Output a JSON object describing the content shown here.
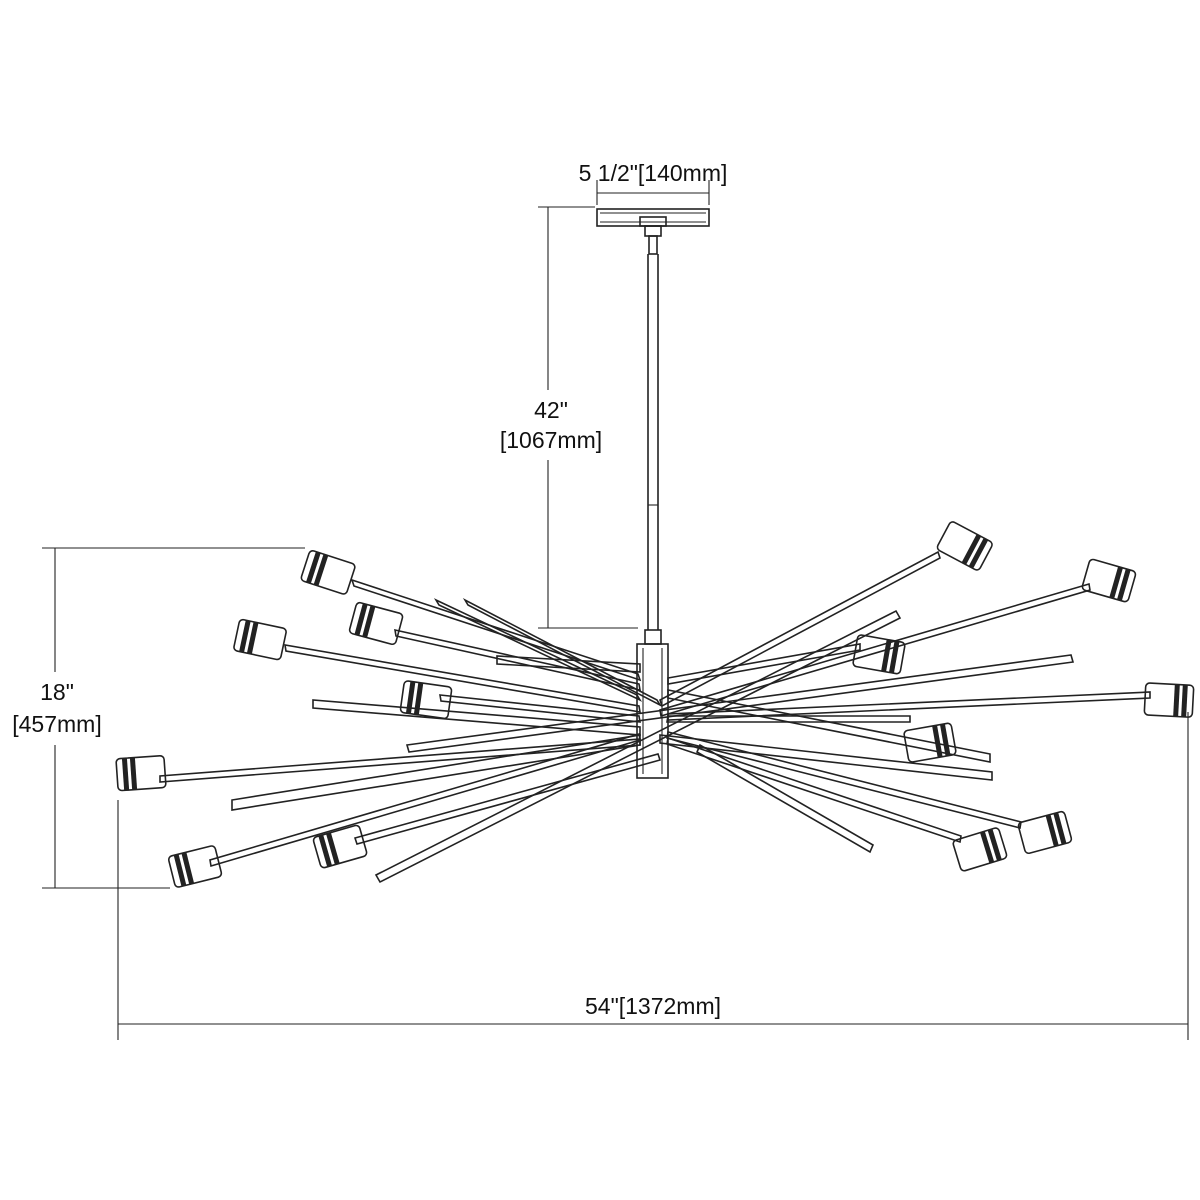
{
  "dimensions": {
    "canopy_width": "5 1/2\"[140mm]",
    "rod_length_in": "42\"",
    "rod_length_mm": "[1067mm]",
    "height_in": "18\"",
    "height_mm": "[457mm]",
    "width": "54\"[1372mm]"
  },
  "colors": {
    "line": "#222222",
    "background": "#ffffff"
  }
}
